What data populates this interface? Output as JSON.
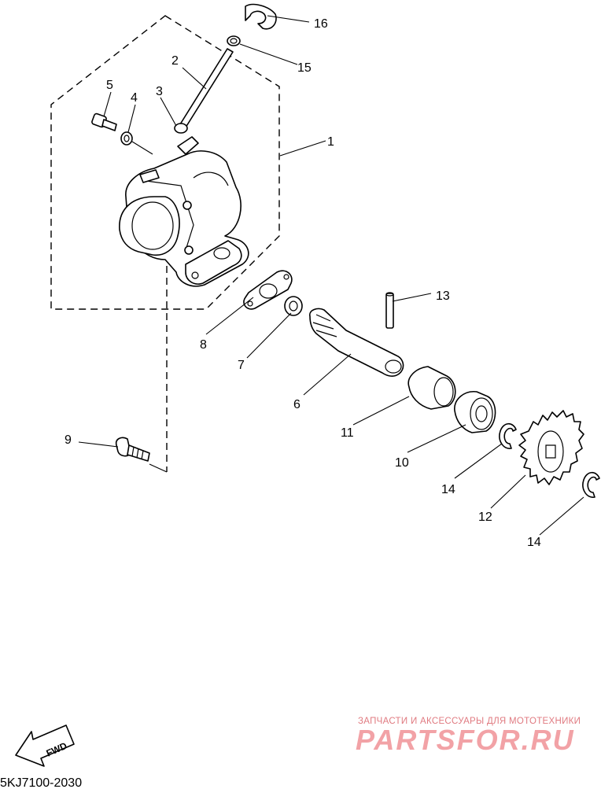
{
  "diagram": {
    "part_callouts": [
      "1",
      "2",
      "3",
      "4",
      "5",
      "6",
      "7",
      "8",
      "9",
      "10",
      "11",
      "12",
      "13",
      "14",
      "14",
      "15",
      "16"
    ],
    "direction_label": "FWD",
    "diagram_code": "5KJ7100-2030"
  },
  "watermark": {
    "tagline": "ЗАПЧАСТИ И АКСЕССУАРЫ ДЛЯ МОТОТЕХНИКИ",
    "brand": "PARTSFOR.RU",
    "color": "#e8868c"
  }
}
